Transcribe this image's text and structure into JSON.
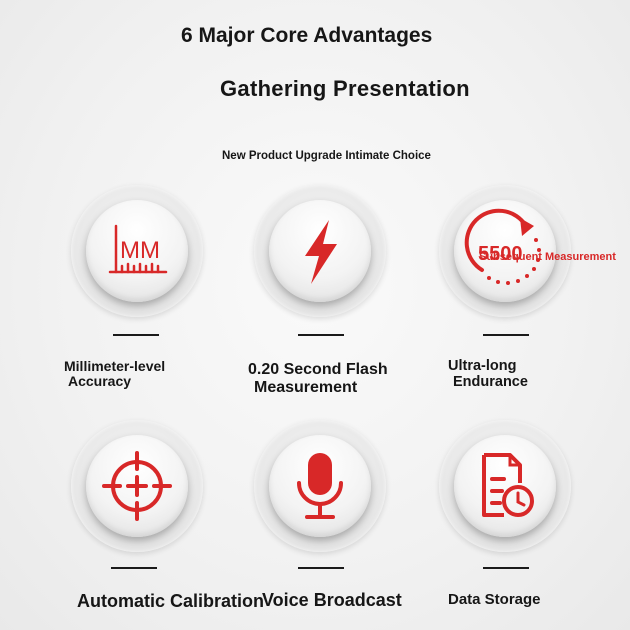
{
  "header": {
    "title_line1": "6 Major Core Advantages",
    "title_line2": "Gathering Presentation",
    "subtitle": "New Product Upgrade Intimate Choice"
  },
  "features": [
    {
      "icon": "millimeter-ruler-icon",
      "icon_text": "MM",
      "label_line1": "Millimeter-level",
      "label_line2": "Accuracy"
    },
    {
      "icon": "lightning-bolt-icon",
      "label_line1": "0.20 Second Flash",
      "label_line2": "Measurement"
    },
    {
      "icon": "refresh-counter-icon",
      "icon_text": "5500",
      "overlay_text": "Subsequent Measurement",
      "label_line1": "Ultra-long",
      "label_line2": "Endurance"
    },
    {
      "icon": "crosshair-target-icon",
      "label_line1": "Automatic Calibration"
    },
    {
      "icon": "microphone-icon",
      "label_line1": "Voice Broadcast"
    },
    {
      "icon": "data-storage-clock-icon",
      "label_line1": "Data Storage"
    }
  ],
  "colors": {
    "accent": "#d82828",
    "text": "#161616",
    "background": "#f1f1f1"
  }
}
